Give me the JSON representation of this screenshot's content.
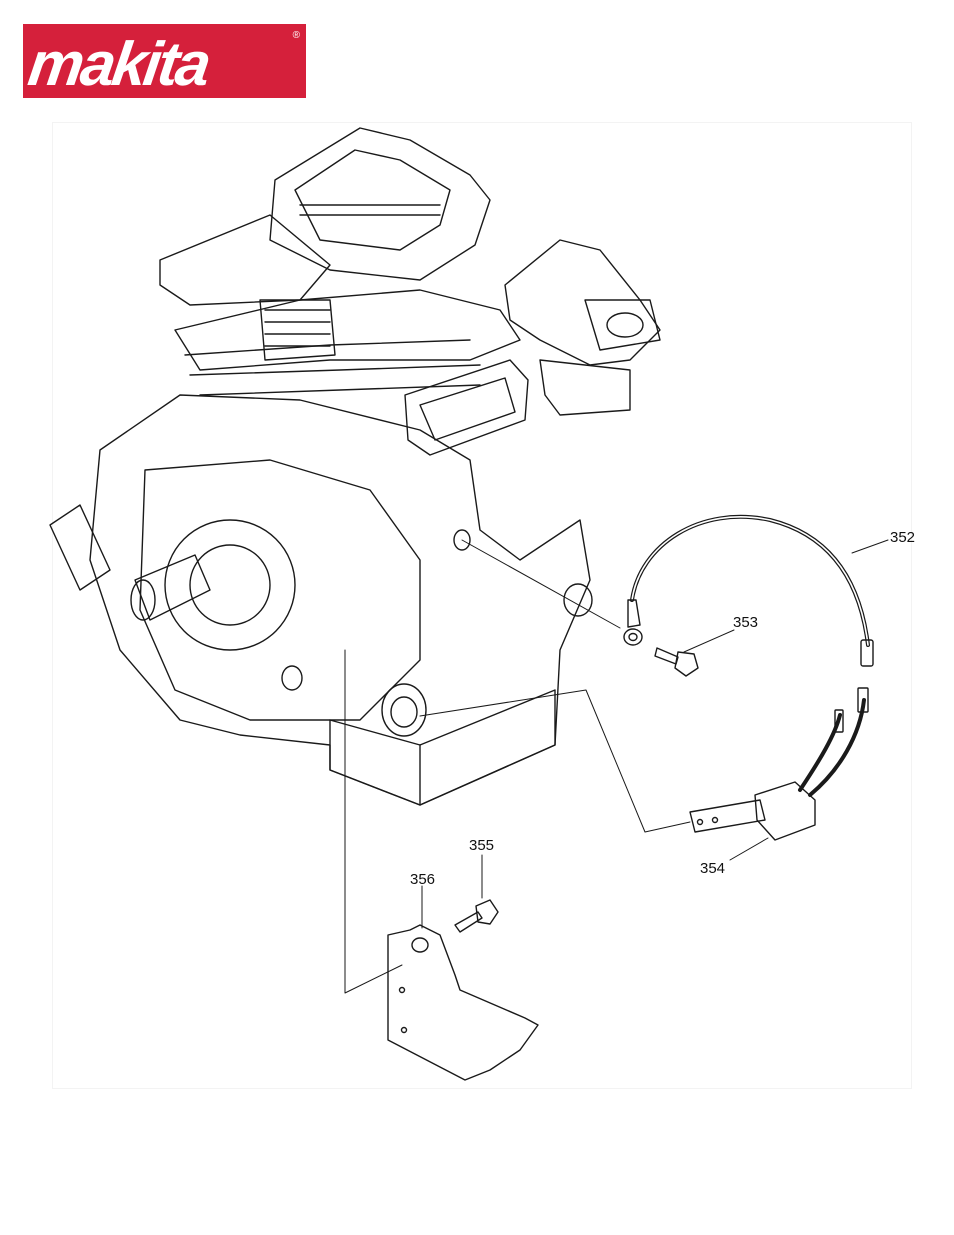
{
  "brand": {
    "name": "makita",
    "registered": "®",
    "color": "#d5203b"
  },
  "diagram": {
    "callouts": [
      {
        "id": "352",
        "label": "352"
      },
      {
        "id": "353",
        "label": "353"
      },
      {
        "id": "354",
        "label": "354"
      },
      {
        "id": "355",
        "label": "355"
      },
      {
        "id": "356",
        "label": "356"
      }
    ]
  }
}
